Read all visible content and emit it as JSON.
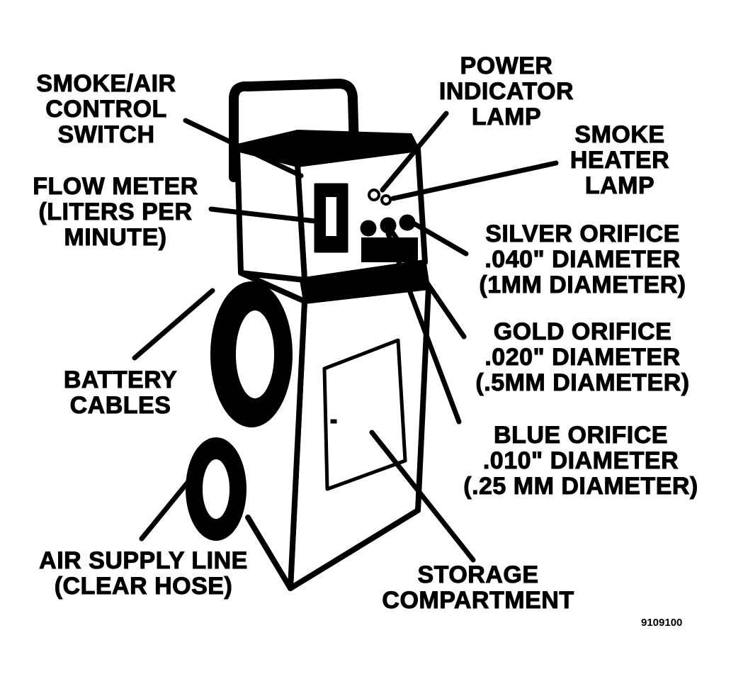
{
  "labels": {
    "smoke_air_switch": [
      "SMOKE/AIR",
      "CONTROL",
      "SWITCH"
    ],
    "flow_meter": [
      "FLOW METER",
      "(LITERS PER",
      "MINUTE)"
    ],
    "battery_cables": [
      "BATTERY",
      "CABLES"
    ],
    "air_supply_line": [
      "AIR SUPPLY LINE",
      "(CLEAR HOSE)"
    ],
    "power_lamp": [
      "POWER",
      "INDICATOR",
      "LAMP"
    ],
    "smoke_heater_lamp": [
      "SMOKE",
      "HEATER",
      "LAMP"
    ],
    "silver_orifice": [
      "SILVER ORIFICE",
      ".040\" DIAMETER",
      "(1MM DIAMETER)"
    ],
    "gold_orifice": [
      "GOLD ORIFICE",
      ".020\" DIAMETER",
      "(.5MM DIAMETER)"
    ],
    "blue_orifice": [
      "BLUE ORIFICE",
      ".010\" DIAMETER",
      "(.25 MM DIAMETER)"
    ],
    "storage": [
      "STORAGE",
      "COMPARTMENT"
    ]
  },
  "figure_ref": "9109100"
}
